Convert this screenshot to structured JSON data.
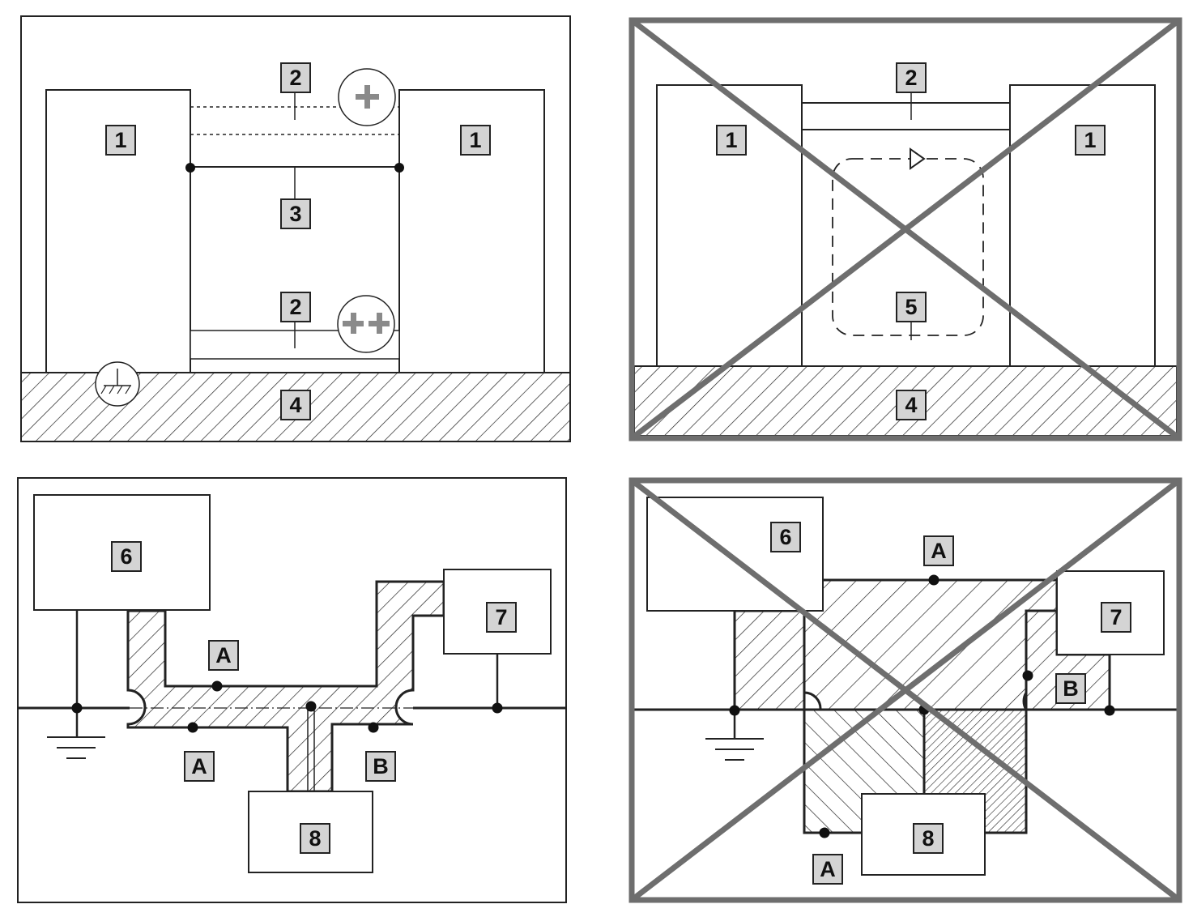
{
  "panels": {
    "top_left": {
      "labels": [
        "1",
        "1",
        "2",
        "3",
        "2",
        "4"
      ],
      "symbols": {
        "plus": "+",
        "plus_plus": "++"
      },
      "crossed": false
    },
    "top_right": {
      "labels": [
        "1",
        "1",
        "2",
        "5",
        "4"
      ],
      "crossed": true
    },
    "bottom_left": {
      "labels": [
        "6",
        "7",
        "8",
        "A",
        "A",
        "B"
      ],
      "crossed": false
    },
    "bottom_right": {
      "labels": [
        "6",
        "7",
        "8",
        "A",
        "A",
        "B"
      ],
      "crossed": true
    }
  },
  "colors": {
    "line": "#222222",
    "label_fill": "#d4d4d4",
    "cross_out": "#6e6e6e",
    "symbol_gray": "#8a8a8a"
  },
  "icons": [
    "ground-symbol-icon",
    "plus-symbol-icon",
    "double-plus-symbol-icon",
    "arrow-triangle-icon",
    "cross-out-icon"
  ]
}
